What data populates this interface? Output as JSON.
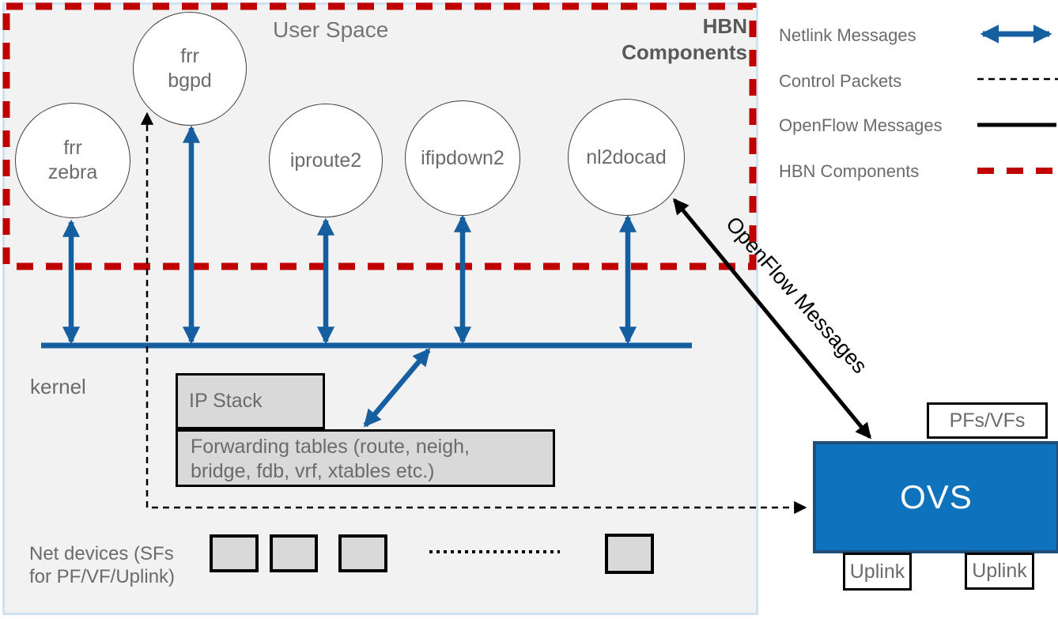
{
  "palette": {
    "accent_blue": "#155FA0",
    "hbn_red": "#C00000",
    "ovs_fill": "#0E72BC",
    "ovs_border": "#1F4E79",
    "panel_fill": "#F2F2F2",
    "panel_border": "#CFE2F3",
    "box_fill": "#D9D9D9",
    "text_gray": "#6B6B6B"
  },
  "regions": {
    "user_space_label": "User Space",
    "hbn_title": {
      "line1": "HBN",
      "line2": "Components"
    },
    "kernel_label": "kernel",
    "net_devices_label": {
      "line1": "Net devices (SFs",
      "line2": "for PF/VF/Uplink)"
    }
  },
  "circles": [
    {
      "id": "frr-zebra",
      "line1": "frr",
      "line2": "zebra"
    },
    {
      "id": "frr-bgpd",
      "line1": "frr",
      "line2": "bgpd"
    },
    {
      "id": "iproute2",
      "line1": "iproute2"
    },
    {
      "id": "ifipdown2",
      "line1": "ifipdown2"
    },
    {
      "id": "nl2docad",
      "line1": "nl2docad"
    }
  ],
  "kernel_boxes": {
    "ip_stack": "IP Stack",
    "forwarding_line1": "Forwarding tables (route, neigh,",
    "forwarding_line2": "bridge, fdb, vrf, xtables etc.)"
  },
  "ovs": {
    "label": "OVS",
    "pfs_vfs": "PFs/VFs",
    "uplink_left": "Uplink",
    "uplink_right": "Uplink"
  },
  "annotations": {
    "openflow_arrow": "OpenFlow Messages"
  },
  "legend": {
    "items": [
      {
        "label": "Netlink Messages",
        "swatch": "blue-double-arrow"
      },
      {
        "label": "Control Packets",
        "swatch": "black-dashed-line"
      },
      {
        "label": "OpenFlow Messages",
        "swatch": "black-solid-line"
      },
      {
        "label": "HBN Components",
        "swatch": "red-dashed-line"
      }
    ]
  }
}
